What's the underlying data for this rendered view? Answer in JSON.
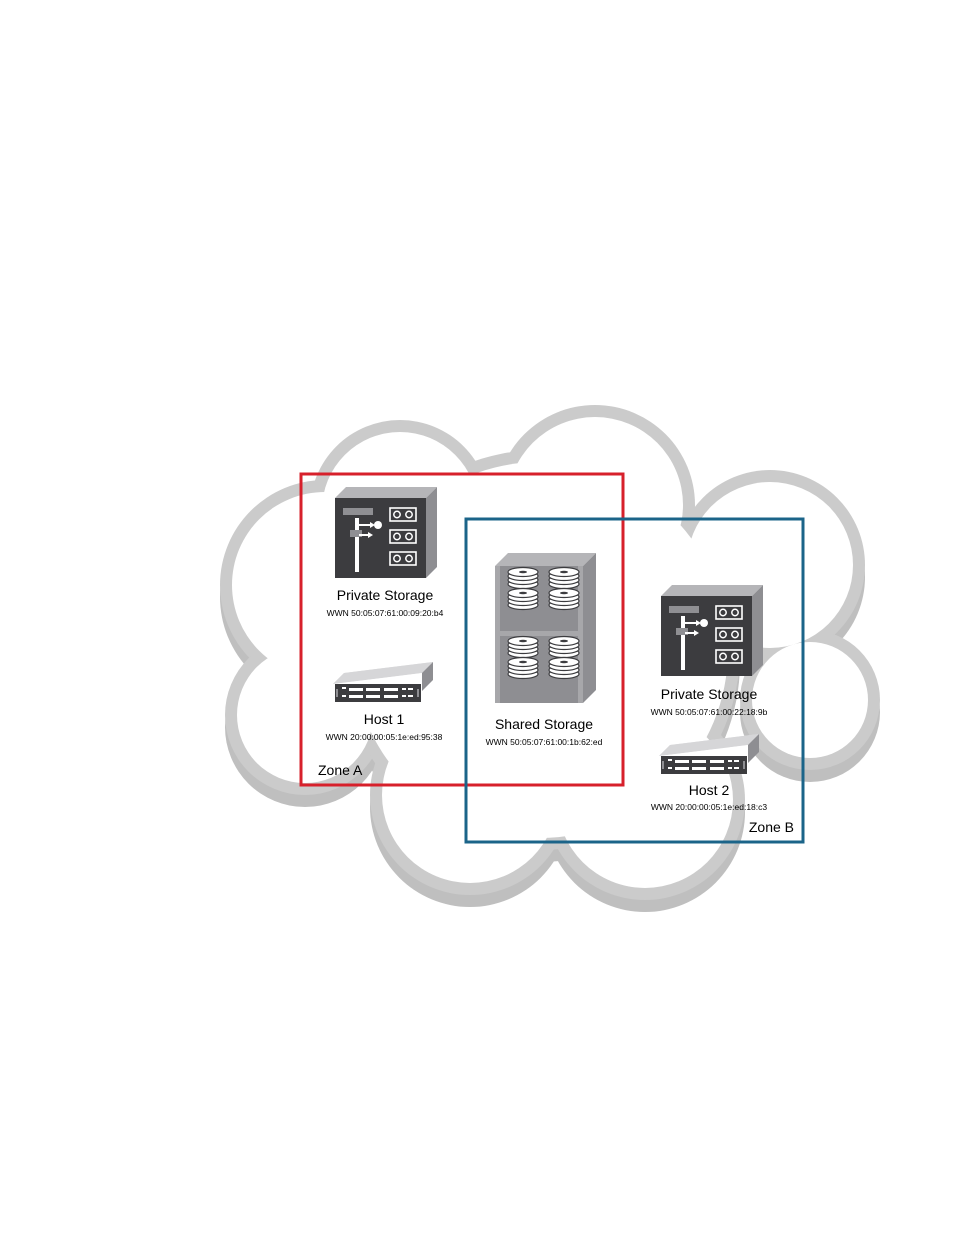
{
  "zones": {
    "zone_a": {
      "label": "Zone A",
      "color": "#d7202b"
    },
    "zone_b": {
      "label": "Zone B",
      "color": "#1b6489"
    }
  },
  "devices": {
    "private_storage_a": {
      "name": "Private Storage",
      "wwn": "WWN 50:05:07:61:00:09:20:b4",
      "icon": "storage-array-icon"
    },
    "host_1": {
      "name": "Host 1",
      "wwn": "WWN 20:00:00:05:1e:ed:95:38",
      "icon": "server-host-icon"
    },
    "shared_storage": {
      "name": "Shared Storage",
      "wwn": "WWN 50:05:07:61:00:1b:62:ed",
      "icon": "disk-shelf-icon"
    },
    "private_storage_b": {
      "name": "Private Storage",
      "wwn": "WWN 50:05:07:61:00:22:18:9b",
      "icon": "storage-array-icon"
    },
    "host_2": {
      "name": "Host 2",
      "wwn": "WWN 20:00:00:05:1e:ed:18:c3",
      "icon": "server-host-icon"
    }
  },
  "colors": {
    "cloud": "#cbcbcb",
    "cloud_shadow": "#bdbdbd",
    "device_dark": "#3c3c3f",
    "device_side": "#8e8e92"
  }
}
